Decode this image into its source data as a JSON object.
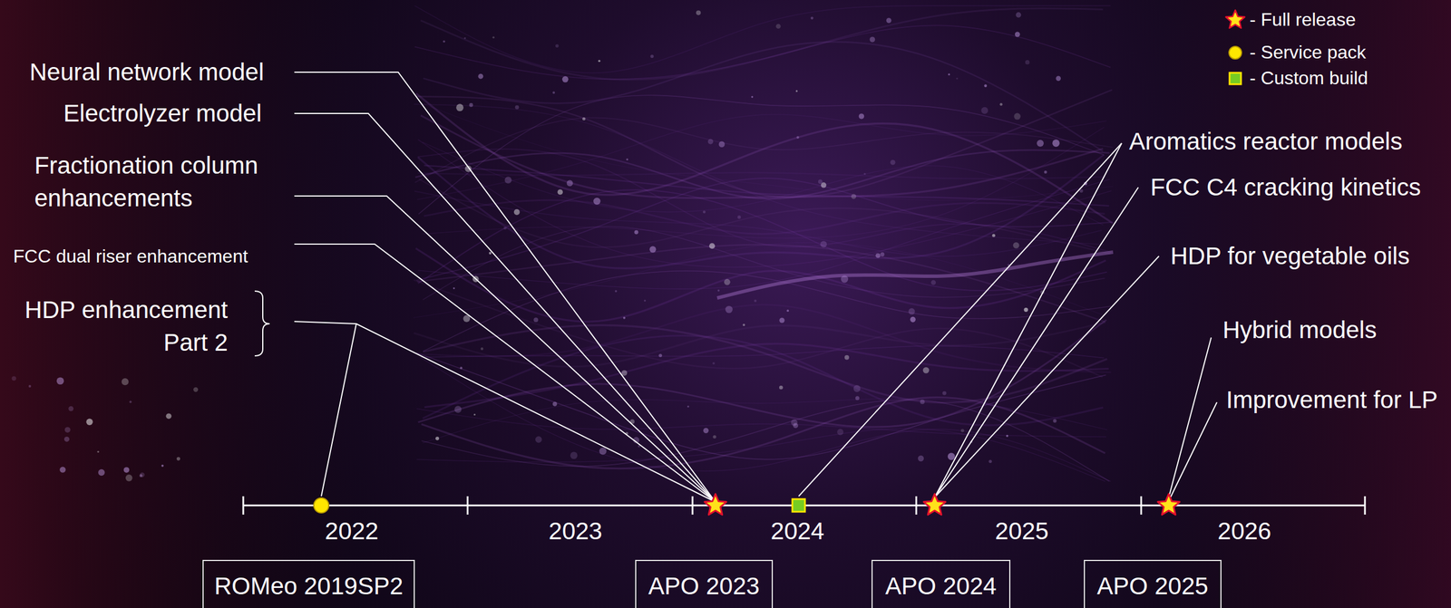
{
  "diagram": {
    "nodes": [
      {
        "text": [
          "ROMeo 2019SP2"
        ]
      },
      {
        "text": [
          "APO 2023"
        ]
      },
      {
        "text": [
          "APO 2024"
        ]
      },
      {
        "text": [
          "APO 2025"
        ]
      }
    ],
    "labels": [
      "Neural network model",
      "Electrolyzer model",
      "Fractionation column enhancements",
      "FCC dual riser enhancement",
      "HDP enhancement Part 2",
      "Aromatics reactor models",
      "FCC C4 cracking kinetics",
      "HDP for vegetable oils",
      "Hybrid models",
      "Improvement for LP",
      "2022",
      "2023",
      "2024",
      "2025",
      "2026"
    ],
    "legend": [
      {
        "text": "- Full release"
      },
      {
        "text": "- Service pack"
      },
      {
        "text": "- Custom build"
      }
    ]
  }
}
